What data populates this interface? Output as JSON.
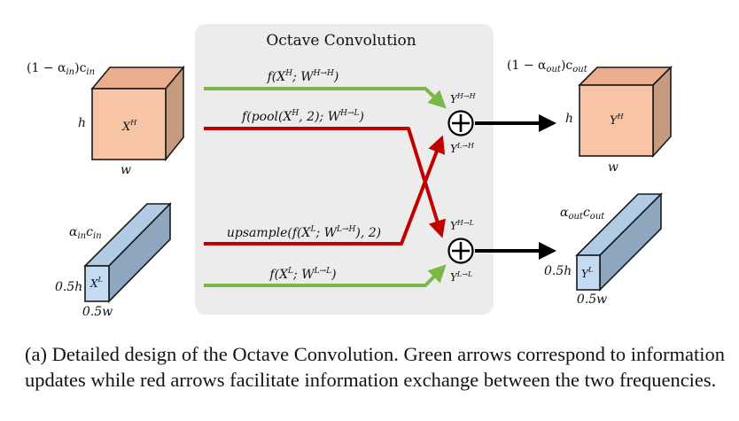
{
  "panel": {
    "title": "Octave Convolution"
  },
  "input": {
    "high_channels": "(1 − α",
    "high_channels_sub": "in",
    "high_channels_tail": ")c",
    "high_channels_tail_sub": "in",
    "high_height": "h",
    "high_width": "w",
    "high_label": "X",
    "high_label_sup": "H",
    "low_channels": "α",
    "low_channels_sub": "in",
    "low_channels_tail": "c",
    "low_channels_tail_sub": "in",
    "low_height": "0.5h",
    "low_width": "0.5w",
    "low_label": "X",
    "low_label_sup": "L"
  },
  "output": {
    "high_channels": "(1 − α",
    "high_channels_sub": "out",
    "high_channels_tail": ")c",
    "high_channels_tail_sub": "out",
    "high_height": "h",
    "high_width": "w",
    "high_label": "Y",
    "high_label_sup": "H",
    "low_channels": "α",
    "low_channels_sub": "out",
    "low_channels_tail": "c",
    "low_channels_tail_sub": "out",
    "low_height": "0.5h",
    "low_width": "0.5w",
    "low_label": "Y",
    "low_label_sup": "L"
  },
  "paths": {
    "hh": {
      "pre": "f(X",
      "sup1": "H",
      "mid": "; W",
      "sup2": "H→H",
      "post": ")"
    },
    "hl": {
      "pre": "f(pool(X",
      "sup1": "H",
      "mid": ", 2); W",
      "sup2": "H→L",
      "post": ")"
    },
    "lh": {
      "pre": "upsample(f(X",
      "sup1": "L",
      "mid": "; W",
      "sup2": "L→H",
      "post": "), 2)"
    },
    "ll": {
      "pre": "f(X",
      "sup1": "L",
      "mid": "; W",
      "sup2": "L→L",
      "post": ")"
    }
  },
  "sum_labels": {
    "y_hh": "Y",
    "y_hh_sup": "H→H",
    "y_lh": "Y",
    "y_lh_sup": "L→H",
    "y_hl": "Y",
    "y_hl_sup": "H→L",
    "y_ll": "Y",
    "y_ll_sup": "L→L"
  },
  "caption": "(a) Detailed design of the Octave Convolution. Green arrows correspond to information updates while red arrows facilitate information exchange between the two frequencies.",
  "colors": {
    "high_front": "#f8c4a6",
    "high_top": "#ebae8c",
    "high_side": "#c79a80",
    "low_front": "#c4dbf2",
    "low_top": "#b2cbe4",
    "low_side": "#8fa7be",
    "green": "#7ab648",
    "red": "#c00000",
    "panel": "#ececec"
  }
}
